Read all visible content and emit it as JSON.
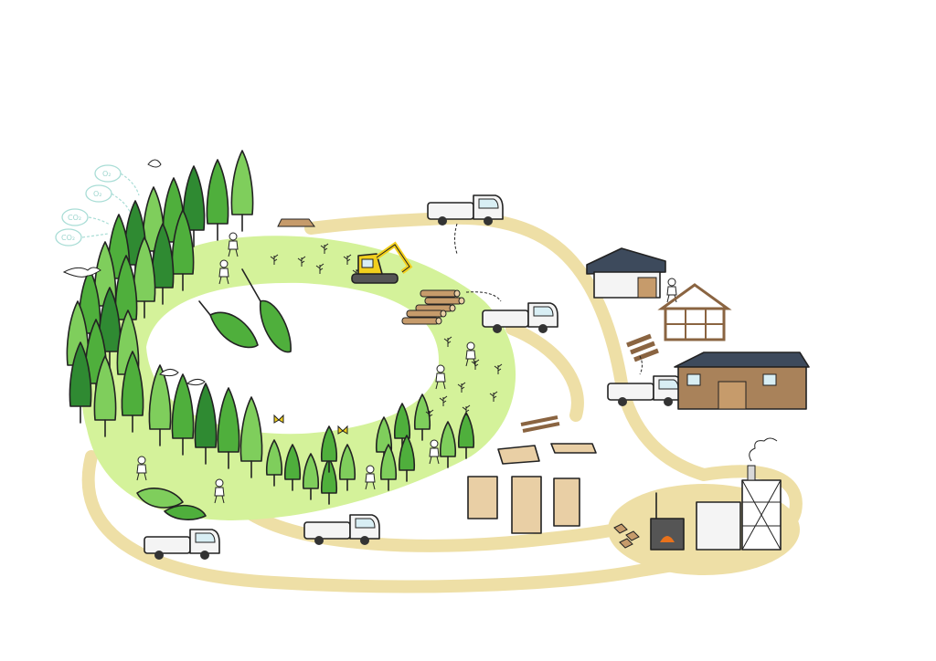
{
  "gases": {
    "o2_a": "O₂",
    "o2_b": "O₂",
    "co2_a": "CO₂",
    "co2_b": "CO₂"
  },
  "colors": {
    "road": "#eedfa6",
    "clearing": "#d4f29a",
    "tree_light": "#7fce5c",
    "tree_mid": "#4faf3c",
    "tree_dark": "#2f8a32",
    "wood": "#c69b6b",
    "excavator": "#f2cf1c",
    "truck": "#f4f4f4",
    "gas_cloud": "#a9ddd6",
    "fire": "#e8721c"
  }
}
